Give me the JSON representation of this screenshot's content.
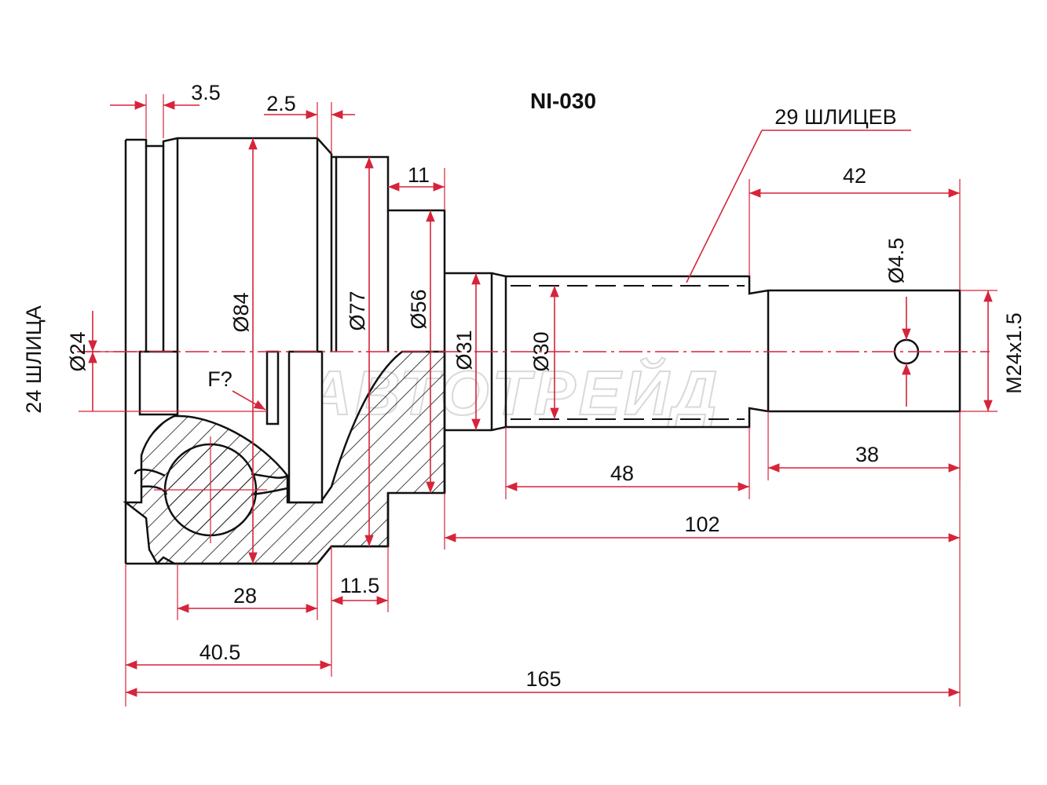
{
  "title": "NI-030",
  "watermark": "АВТОТРЕЙД",
  "callouts": {
    "outer_splines": "29 ШЛИЦЕВ",
    "inner_splines": "24 ШЛИЦА",
    "f_mark": "F?"
  },
  "dimensions": {
    "d_3_5": "3.5",
    "d_2_5": "2.5",
    "d_11": "11",
    "d_42": "42",
    "d_dia84": "Ø84",
    "d_dia77": "Ø77",
    "d_dia56": "Ø56",
    "d_dia31": "Ø31",
    "d_dia30": "Ø30",
    "d_dia24": "Ø24",
    "d_dia4_5": "Ø4.5",
    "d_thread": "M24x1.5",
    "d_38": "38",
    "d_48": "48",
    "d_102": "102",
    "d_28": "28",
    "d_11_5": "11.5",
    "d_40_5": "40.5",
    "d_165": "165"
  },
  "colors": {
    "outline": "#111111",
    "dimension": "#d6243a",
    "watermark": "#d9d9d9"
  }
}
